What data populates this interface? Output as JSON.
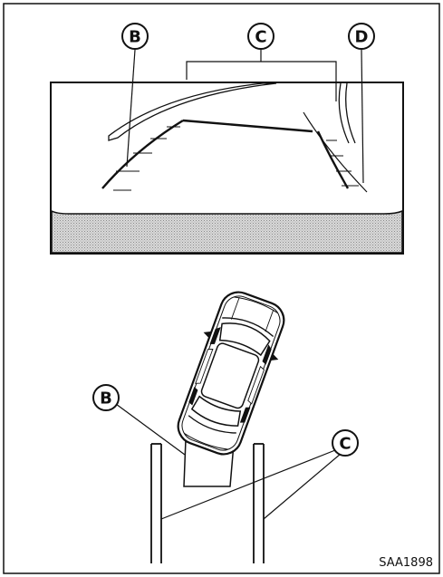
{
  "callouts": {
    "b": "B",
    "c": "C",
    "d": "D"
  },
  "figure_code": "SAA1898"
}
